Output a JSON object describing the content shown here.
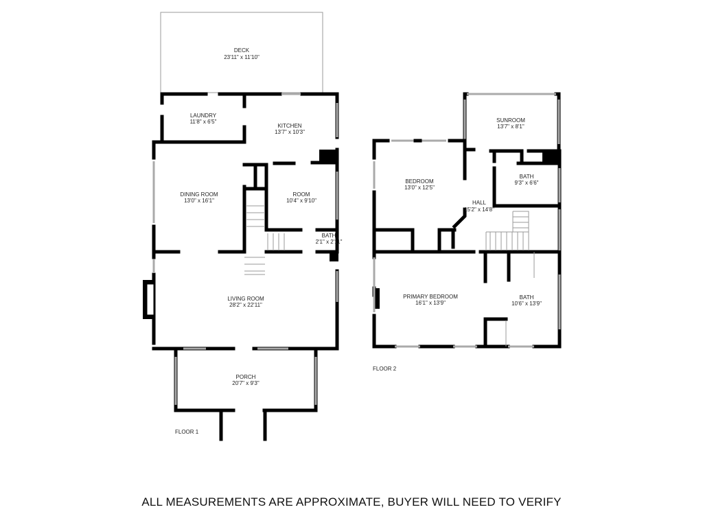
{
  "floor1": {
    "label": "FLOOR 1",
    "rooms": [
      {
        "name": "DECK",
        "size": "23'11\" x 11'10\""
      },
      {
        "name": "LAUNDRY",
        "size": "11'8\" x 6'5\""
      },
      {
        "name": "KITCHEN",
        "size": "13'7\" x 10'3\""
      },
      {
        "name": "DINING ROOM",
        "size": "13'0\" x 16'1\""
      },
      {
        "name": "ROOM",
        "size": "10'4\" x 9'10\""
      },
      {
        "name": "BATH",
        "size": "2'1\" x 2'11\""
      },
      {
        "name": "LIVING ROOM",
        "size": "28'2\" x 22'11\""
      },
      {
        "name": "PORCH",
        "size": "20'7\" x 9'3\""
      }
    ]
  },
  "floor2": {
    "label": "FLOOR 2",
    "rooms": [
      {
        "name": "SUNROOM",
        "size": "13'7\" x 8'1\""
      },
      {
        "name": "BEDROOM",
        "size": "13'0\" x 12'5\""
      },
      {
        "name": "BATH",
        "size": "9'3\" x 6'6\""
      },
      {
        "name": "HALL",
        "size": "15'2\" x 14'8\""
      },
      {
        "name": "PRIMARY BEDROOM",
        "size": "16'1\" x 13'9\""
      },
      {
        "name": "BATH",
        "size": "10'6\" x 13'9\""
      }
    ]
  },
  "disclaimer": "ALL MEASUREMENTS ARE APPROXIMATE, BUYER WILL NEED TO VERIFY"
}
